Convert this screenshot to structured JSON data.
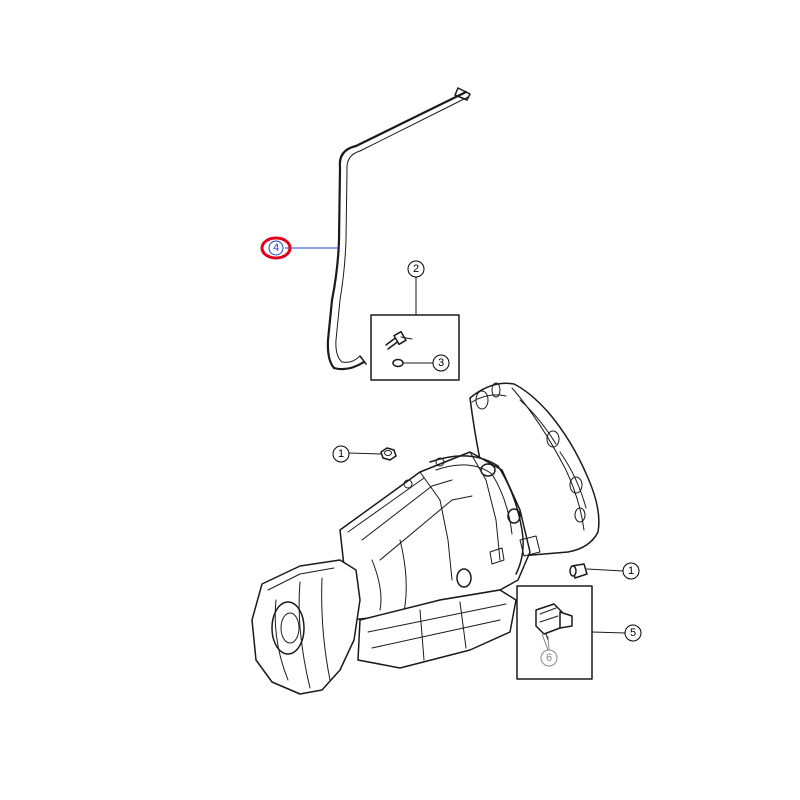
{
  "callouts": [
    {
      "id": "c1a",
      "label": "1",
      "color": "#000000"
    },
    {
      "id": "c1b",
      "label": "1",
      "color": "#000000"
    },
    {
      "id": "c2",
      "label": "2",
      "color": "#000000"
    },
    {
      "id": "c3",
      "label": "3",
      "color": "#000000"
    },
    {
      "id": "c4",
      "label": "4",
      "color": "#1f3fd0",
      "highlighted": true,
      "highlight_color": "#e0001b"
    },
    {
      "id": "c5",
      "label": "5",
      "color": "#000000"
    },
    {
      "id": "c6",
      "label": "6",
      "color": "#888888"
    }
  ],
  "parts": {
    "dipstick_tube": "dipstick-tube",
    "bracket_bolt": "bolt",
    "oring": "o-ring",
    "nut": "nut",
    "plug": "plug",
    "sensor": "sensor",
    "transmission": "transmission"
  }
}
